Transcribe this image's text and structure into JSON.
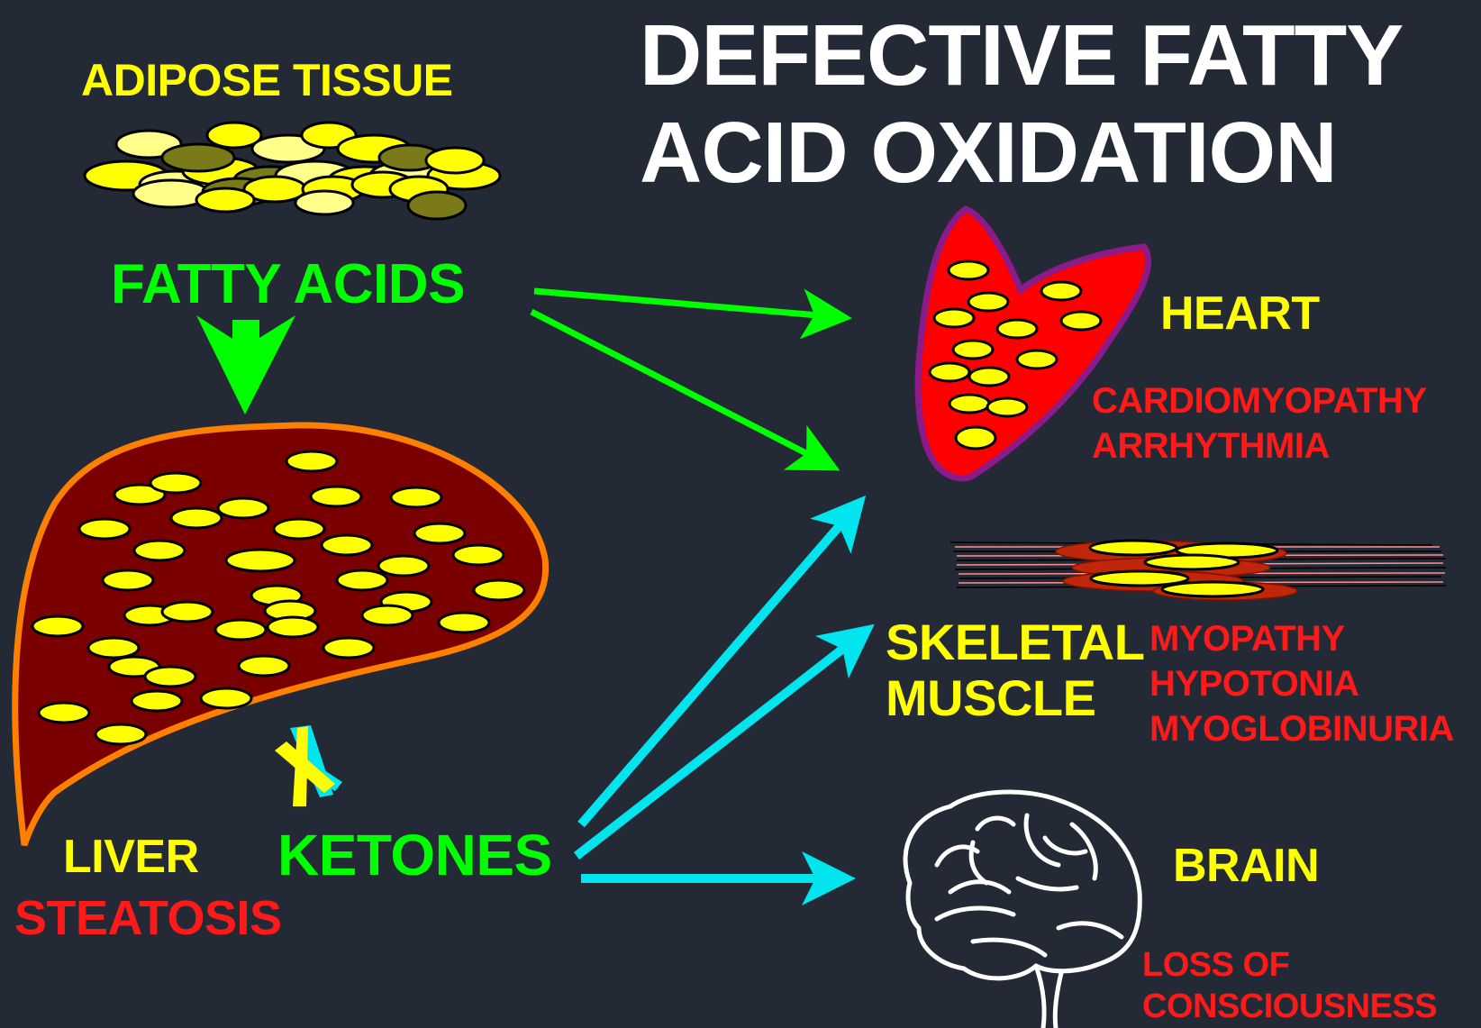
{
  "title": [
    "DEFECTIVE FATTY",
    "ACID OXIDATION"
  ],
  "adipose": {
    "label": "ADIPOSE TISSUE"
  },
  "fatty_acids": {
    "label": "FATTY ACIDS"
  },
  "heart": {
    "label": "HEART",
    "diseases": [
      "CARDIOMYOPATHY",
      "ARRHYTHMIA"
    ]
  },
  "skeletal_muscle": {
    "label": [
      "SKELETAL",
      "MUSCLE"
    ],
    "diseases": [
      "MYOPATHY",
      "HYPOTONIA",
      "MYOGLOBINURIA"
    ]
  },
  "liver": {
    "label": "LIVER",
    "disease": "STEATOSIS"
  },
  "ketones": {
    "label": "KETONES"
  },
  "brain": {
    "label": "BRAIN",
    "disease": [
      "LOSS OF",
      "CONSCIOUSNESS"
    ]
  },
  "colors": {
    "background": "#232a35",
    "fatty_acid_arrow": "#00ff00",
    "ketone_arrow": "#00e5ee",
    "liver_fill": "#7a0000",
    "liver_outline": "#ff7f00",
    "heart_fill": "#ff0000",
    "heart_outline": "#8b1a8b",
    "fat_droplet": "#ffff00",
    "organ_label": "#ffff00",
    "disease_label": "#ff1a1a",
    "metabolite_label": "#00ff00"
  }
}
